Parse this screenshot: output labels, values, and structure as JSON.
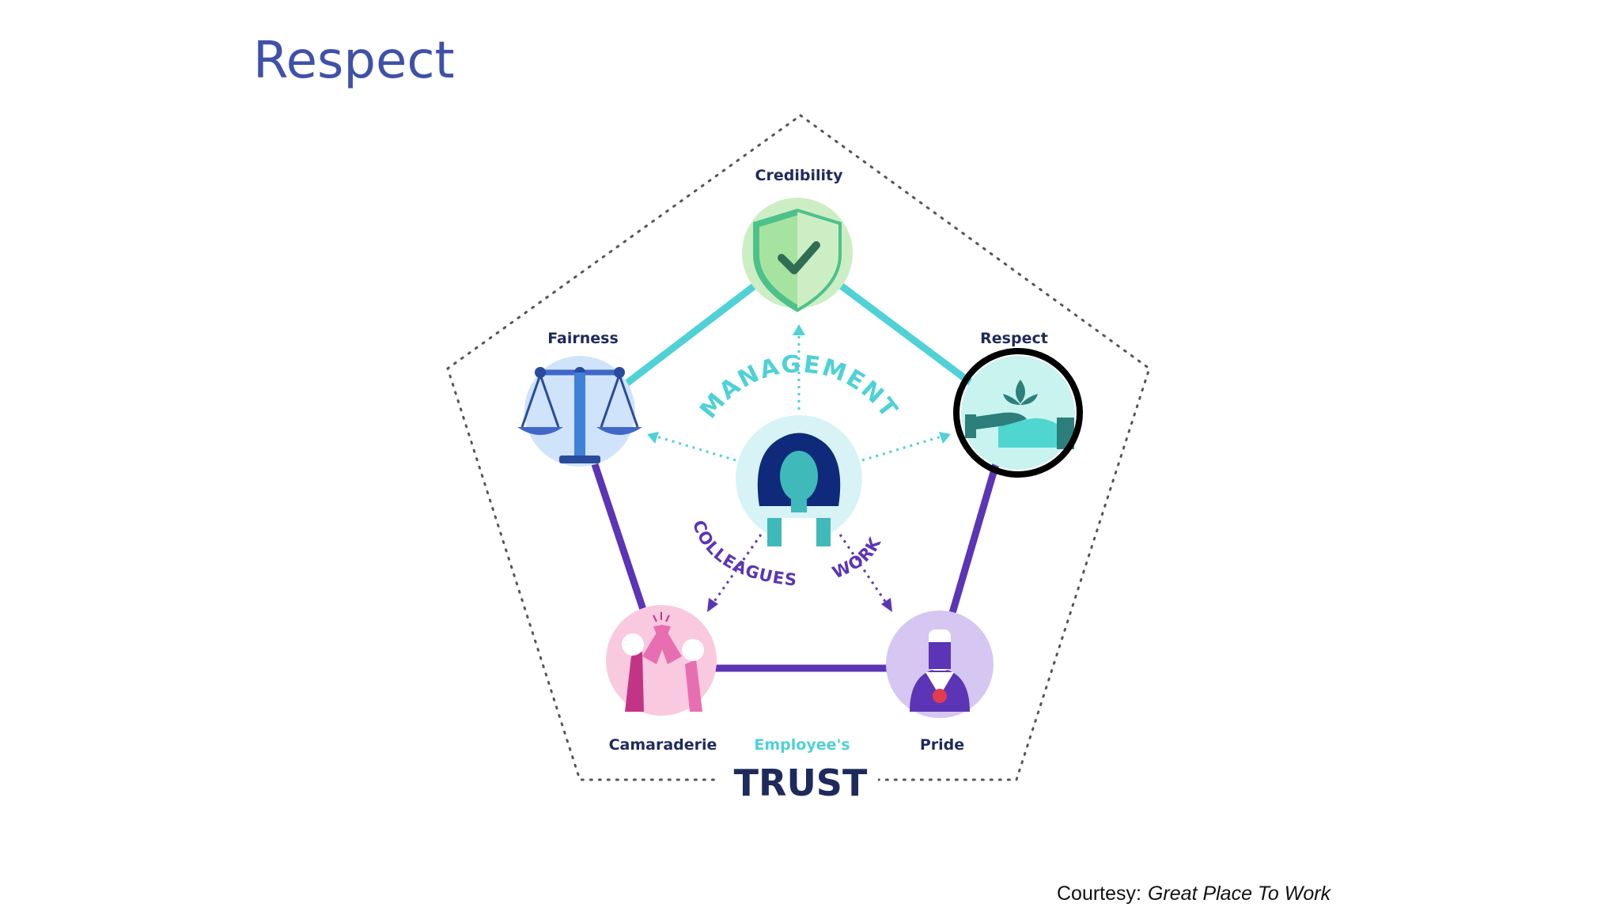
{
  "slide": {
    "title": "Respect",
    "courtesy_label": "Courtesy:",
    "courtesy_source": "Great Place To Work"
  },
  "diagram": {
    "nodes": {
      "credibility": "Credibility",
      "fairness": "Fairness",
      "respect": "Respect",
      "camaraderie": "Camaraderie",
      "pride": "Pride"
    },
    "arc_labels": {
      "management": "MANAGEMENT",
      "colleagues": "COLLEAGUES",
      "work": "WORK"
    },
    "footer": {
      "employees": "Employee's",
      "trust": "TRUST"
    },
    "highlighted_node": "respect"
  },
  "colors": {
    "title": "#3f51a8",
    "teal_edge": "#4fd1d6",
    "purple_edge": "#5b35b5",
    "dark_navy": "#1f2a5c",
    "highlight_ring": "#000000"
  }
}
